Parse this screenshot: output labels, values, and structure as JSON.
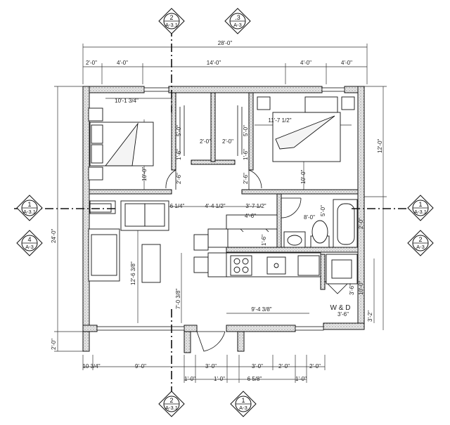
{
  "colors": {
    "line": "#111111",
    "wall_fill": "#d9d9d9",
    "dim": "#333333",
    "grid": "#666666"
  },
  "overall": {
    "width": "28'-0\"",
    "depth": "24'-0\""
  },
  "top_dims": [
    "2'-0\"",
    "4'-0\"",
    "14'-0\"",
    "4'-0\"",
    "4'-0\""
  ],
  "room_dims": {
    "left_bedroom_width": "10'-1 3/4\"",
    "right_bedroom_width": "11'-7 1/2\"",
    "left_bedroom_depth": "10'-0\"",
    "right_bedroom_depth": "10'-0\"",
    "closet_depth_left": "5'-0\"",
    "closet_depth_right": "5'-0\"",
    "closet_door_left": "2'-0\"",
    "closet_door_right": "2'-0\"",
    "closet_side_left": "1'-6\"",
    "closet_side_right": "1'-6\"",
    "hall_left": "2'-6\"",
    "hall_right": "2'-6\"",
    "corridor_a": "6 1/4\"",
    "corridor_b": "4'-4 1/2\"",
    "corridor_c": "3'-7 1/2\"",
    "bath_width": "8'-0\"",
    "bath_top": "5'-0\"",
    "tub_dim": "2'-0\"",
    "kitchen_w": "4'-6\"",
    "kitchen_small": "1'-6\"",
    "living_depth": "12'-6 3/8\"",
    "kitchen_depth": "7'-0 3/8\"",
    "kitchen_run": "9'-4 3/8\"",
    "laundry_a": "3'-6\"",
    "laundry_b": "10'-0\"",
    "laundry_c": "3'-2\"",
    "laundry_d": "3'-6\"",
    "right_total": "12'-0\"",
    "left_bottom": "2'-0\""
  },
  "bottom_dims": [
    "10 3/4\"",
    "9'-0\"",
    "3'-0\"",
    "3'-0\"",
    "2'-0\"",
    "2'-0\""
  ],
  "bottom_dims2": [
    "1'-0\"",
    "1'-0\"",
    "6 5/8\"",
    "1'-0\""
  ],
  "labels": {
    "washer_dryer": "W & D"
  },
  "markers": {
    "top_a": {
      "num": "2",
      "sheet": "A-3.1"
    },
    "top_b": {
      "num": ".3",
      "sheet": "A-3"
    },
    "left_a": {
      "num": "1",
      "sheet": "A-3.1"
    },
    "left_b": {
      "num": "4",
      "sheet": "A-3"
    },
    "right_a": {
      "num": "1",
      "sheet": "A-3.1"
    },
    "right_b": {
      "num": "2",
      "sheet": "A-3"
    },
    "bottom_a": {
      "num": "2",
      "sheet": "A-3.1"
    },
    "bottom_b": {
      "num": "1",
      "sheet": "A-3"
    }
  }
}
